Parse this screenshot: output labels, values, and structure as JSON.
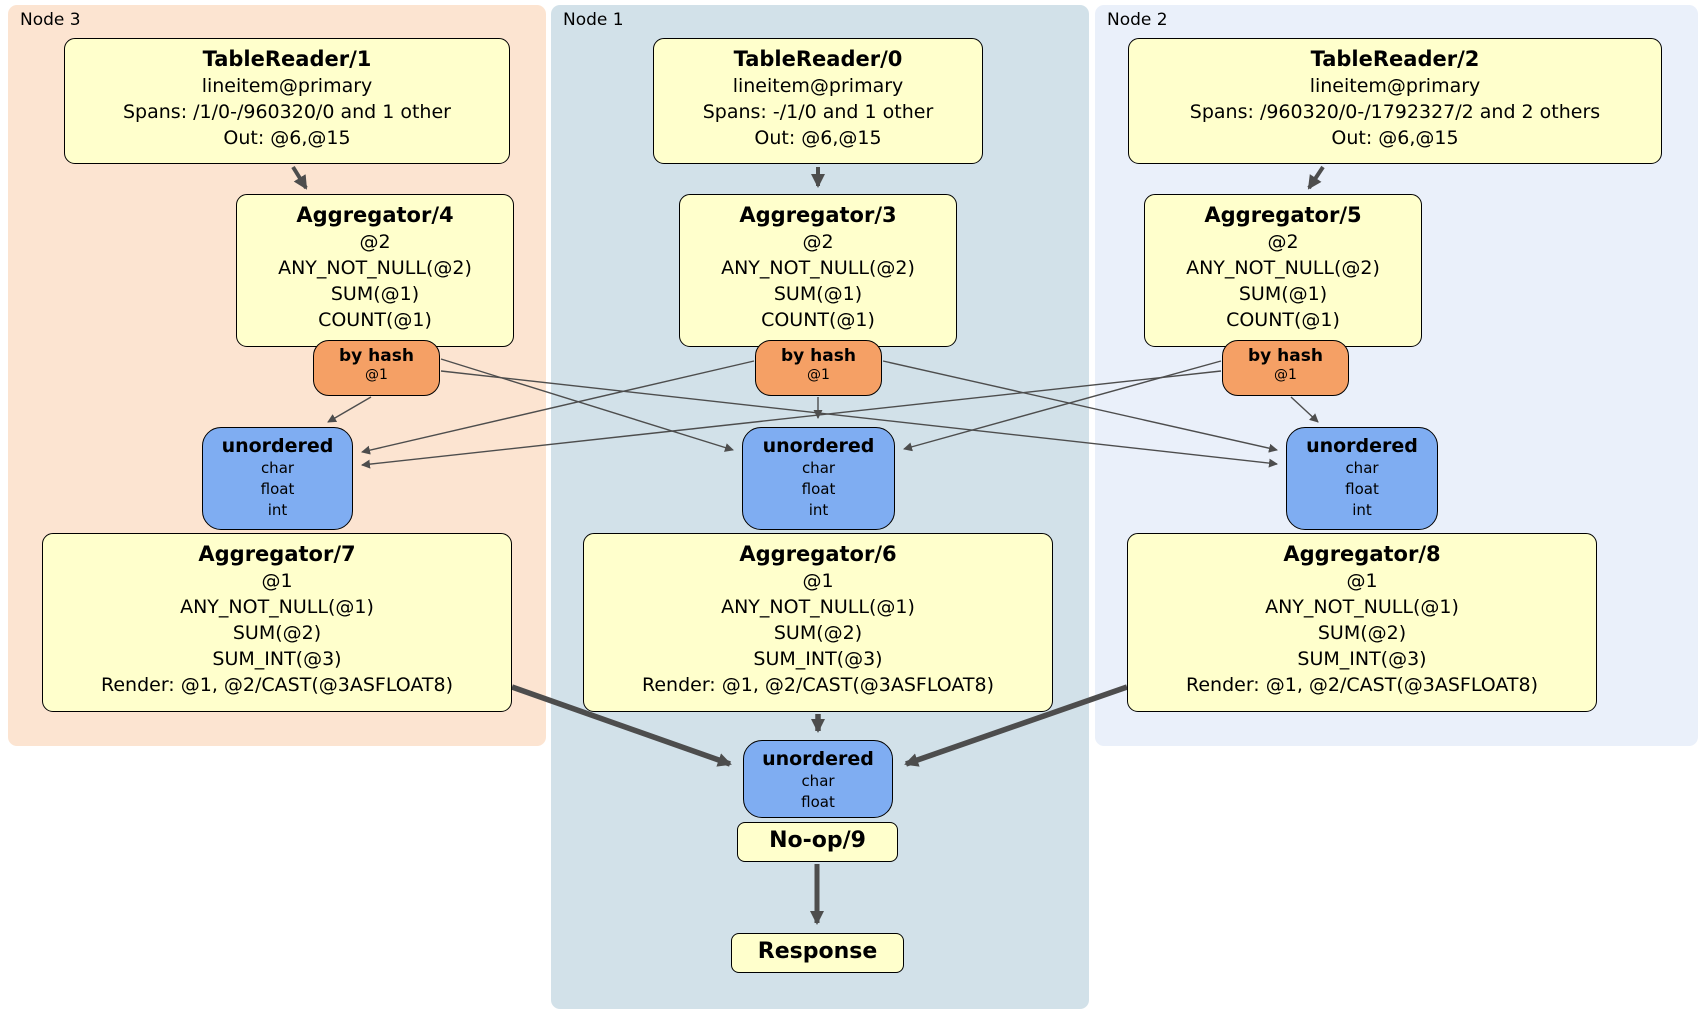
{
  "diagram": {
    "regions": {
      "node3": {
        "label": "Node 3",
        "bg": "#fce4d1"
      },
      "node1": {
        "label": "Node 1",
        "bg": "#d2e1e9"
      },
      "node2": {
        "label": "Node 2",
        "bg": "#eaf0fa"
      }
    },
    "boxes": {
      "tr1": {
        "title": "TableReader/1",
        "lines": [
          "lineitem@primary",
          "Spans: /1/0-/960320/0 and 1 other",
          "Out: @6,@15"
        ]
      },
      "tr0": {
        "title": "TableReader/0",
        "lines": [
          "lineitem@primary",
          "Spans: -/1/0 and 1 other",
          "Out: @6,@15"
        ]
      },
      "tr2": {
        "title": "TableReader/2",
        "lines": [
          "lineitem@primary",
          "Spans: /960320/0-/1792327/2 and 2 others",
          "Out: @6,@15"
        ]
      },
      "agg4": {
        "title": "Aggregator/4",
        "lines": [
          "@2",
          "ANY_NOT_NULL(@2)",
          "SUM(@1)",
          "COUNT(@1)"
        ]
      },
      "agg3": {
        "title": "Aggregator/3",
        "lines": [
          "@2",
          "ANY_NOT_NULL(@2)",
          "SUM(@1)",
          "COUNT(@1)"
        ]
      },
      "agg5": {
        "title": "Aggregator/5",
        "lines": [
          "@2",
          "ANY_NOT_NULL(@2)",
          "SUM(@1)",
          "COUNT(@1)"
        ]
      },
      "router3": {
        "title": "by hash",
        "lines": [
          "@1"
        ]
      },
      "router1": {
        "title": "by hash",
        "lines": [
          "@1"
        ]
      },
      "router2": {
        "title": "by hash",
        "lines": [
          "@1"
        ]
      },
      "sync3": {
        "title": "unordered",
        "lines": [
          "char",
          "float",
          "int"
        ]
      },
      "sync1": {
        "title": "unordered",
        "lines": [
          "char",
          "float",
          "int"
        ]
      },
      "sync2": {
        "title": "unordered",
        "lines": [
          "char",
          "float",
          "int"
        ]
      },
      "agg7": {
        "title": "Aggregator/7",
        "lines": [
          "@1",
          "ANY_NOT_NULL(@1)",
          "SUM(@2)",
          "SUM_INT(@3)",
          "Render: @1, @2/CAST(@3ASFLOAT8)"
        ]
      },
      "agg6": {
        "title": "Aggregator/6",
        "lines": [
          "@1",
          "ANY_NOT_NULL(@1)",
          "SUM(@2)",
          "SUM_INT(@3)",
          "Render: @1, @2/CAST(@3ASFLOAT8)"
        ]
      },
      "agg8": {
        "title": "Aggregator/8",
        "lines": [
          "@1",
          "ANY_NOT_NULL(@1)",
          "SUM(@2)",
          "SUM_INT(@3)",
          "Render: @1, @2/CAST(@3ASFLOAT8)"
        ]
      },
      "syncFinal": {
        "title": "unordered",
        "lines": [
          "char",
          "float"
        ]
      },
      "noop": {
        "title": "No-op/9"
      },
      "response": {
        "title": "Response"
      }
    },
    "colors": {
      "processor_fill": "#ffffcc",
      "router_fill": "#f5a065",
      "sync_fill": "#7fadf2",
      "node3_bg": "#fce4d1",
      "node1_bg": "#d2e1e9",
      "node2_bg": "#eaf0fa",
      "edge": "#4d4d4d"
    }
  }
}
